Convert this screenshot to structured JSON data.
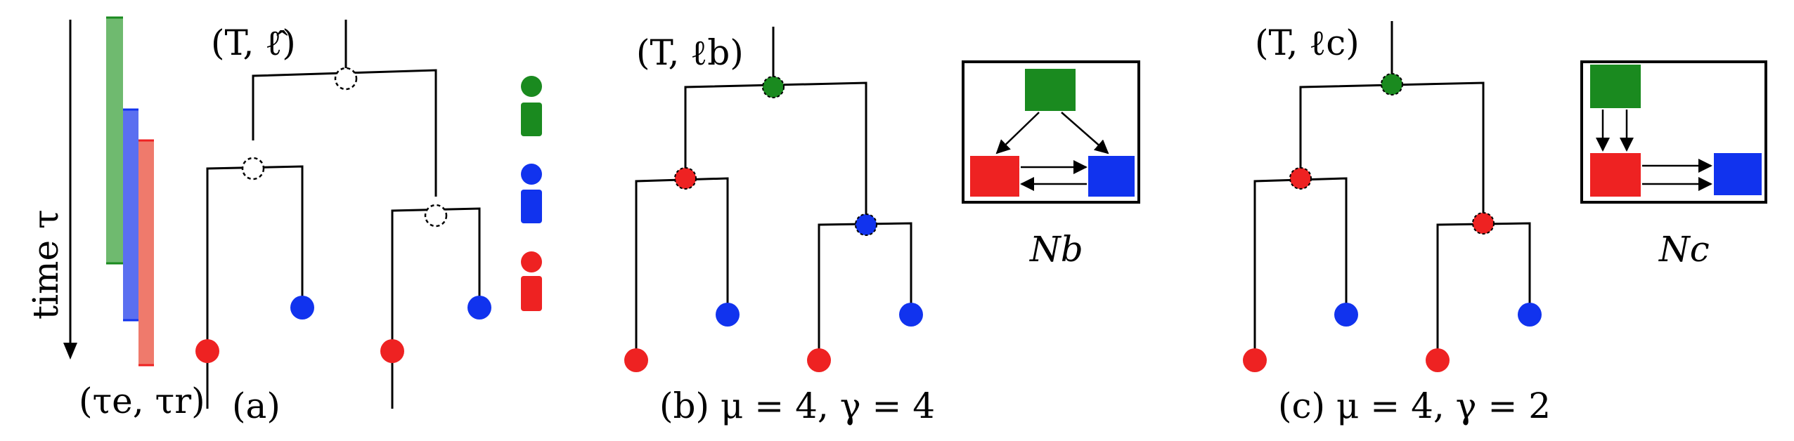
{
  "colors": {
    "green": "#1a8a1f",
    "blue": "#1133ee",
    "red": "#ee2222",
    "light_green": "#6fba6f",
    "light_blue": "#5a6ff0",
    "light_red": "#ef7a6c",
    "line": "#000000"
  },
  "timeline": {
    "axis_label": "time τ",
    "interval_label": "(τe, τr)"
  },
  "panel_a": {
    "tree_label": "(T, ℓ̂)",
    "caption": "(a)"
  },
  "panel_b": {
    "tree_label": "(T, ℓb)",
    "network_label": "Nb",
    "caption": "(b) μ = 4, γ = 4"
  },
  "panel_c": {
    "tree_label": "(T, ℓc)",
    "network_label": "Nc",
    "caption": "(c) μ = 4, γ = 2"
  },
  "legend": {
    "species_icons": [
      "green-species-icon",
      "blue-species-icon",
      "red-species-icon"
    ]
  }
}
